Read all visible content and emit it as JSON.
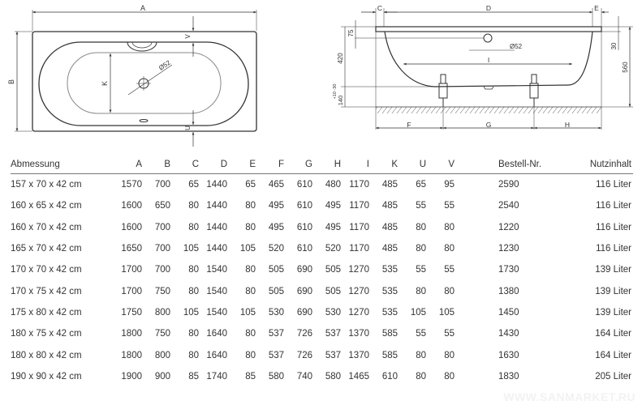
{
  "top_view": {
    "label_a": "A",
    "label_b": "B",
    "label_k": "K",
    "label_u": "U",
    "label_v": "V",
    "drain_diameter": "Ø52"
  },
  "side_view": {
    "label_c": "C",
    "label_d": "D",
    "label_e": "E",
    "label_f": "F",
    "label_g": "G",
    "label_h": "H",
    "label_i": "I",
    "drain_diameter": "Ø52",
    "dim_75": "75",
    "dim_420": "420",
    "dim_140": "140",
    "dim_tolerance": "+10 -30",
    "dim_30": "30",
    "dim_560": "560"
  },
  "table": {
    "headers": [
      "Abmessung",
      "A",
      "B",
      "C",
      "D",
      "E",
      "F",
      "G",
      "H",
      "I",
      "K",
      "U",
      "V",
      "Bestell-Nr.",
      "Nutzinhalt"
    ],
    "rows": [
      [
        "157 x 70 x 42 cm",
        "1570",
        "700",
        "65",
        "1440",
        "65",
        "465",
        "610",
        "480",
        "1170",
        "485",
        "65",
        "95",
        "2590",
        "116 Liter"
      ],
      [
        "160 x 65 x 42 cm",
        "1600",
        "650",
        "80",
        "1440",
        "80",
        "495",
        "610",
        "495",
        "1170",
        "485",
        "55",
        "55",
        "2540",
        "116 Liter"
      ],
      [
        "160 x 70 x 42 cm",
        "1600",
        "700",
        "80",
        "1440",
        "80",
        "495",
        "610",
        "495",
        "1170",
        "485",
        "80",
        "80",
        "1220",
        "116 Liter"
      ],
      [
        "165 x 70 x 42 cm",
        "1650",
        "700",
        "105",
        "1440",
        "105",
        "520",
        "610",
        "520",
        "1170",
        "485",
        "80",
        "80",
        "1230",
        "116 Liter"
      ],
      [
        "170 x 70 x 42 cm",
        "1700",
        "700",
        "80",
        "1540",
        "80",
        "505",
        "690",
        "505",
        "1270",
        "535",
        "55",
        "55",
        "1730",
        "139 Liter"
      ],
      [
        "170 x 75 x 42 cm",
        "1700",
        "750",
        "80",
        "1540",
        "80",
        "505",
        "690",
        "505",
        "1270",
        "535",
        "80",
        "80",
        "1380",
        "139 Liter"
      ],
      [
        "175 x 80 x 42 cm",
        "1750",
        "800",
        "105",
        "1540",
        "105",
        "530",
        "690",
        "530",
        "1270",
        "535",
        "105",
        "105",
        "1450",
        "139 Liter"
      ],
      [
        "180 x 75 x 42 cm",
        "1800",
        "750",
        "80",
        "1640",
        "80",
        "537",
        "726",
        "537",
        "1370",
        "585",
        "55",
        "55",
        "1430",
        "164 Liter"
      ],
      [
        "180 x 80 x 42 cm",
        "1800",
        "800",
        "80",
        "1640",
        "80",
        "537",
        "726",
        "537",
        "1370",
        "585",
        "80",
        "80",
        "1630",
        "164 Liter"
      ],
      [
        "190 x 90 x 42 cm",
        "1900",
        "900",
        "85",
        "1740",
        "85",
        "580",
        "740",
        "580",
        "1465",
        "610",
        "80",
        "80",
        "1830",
        "205 Liter"
      ]
    ]
  },
  "watermark": "WWW.SANMARKET.RU"
}
